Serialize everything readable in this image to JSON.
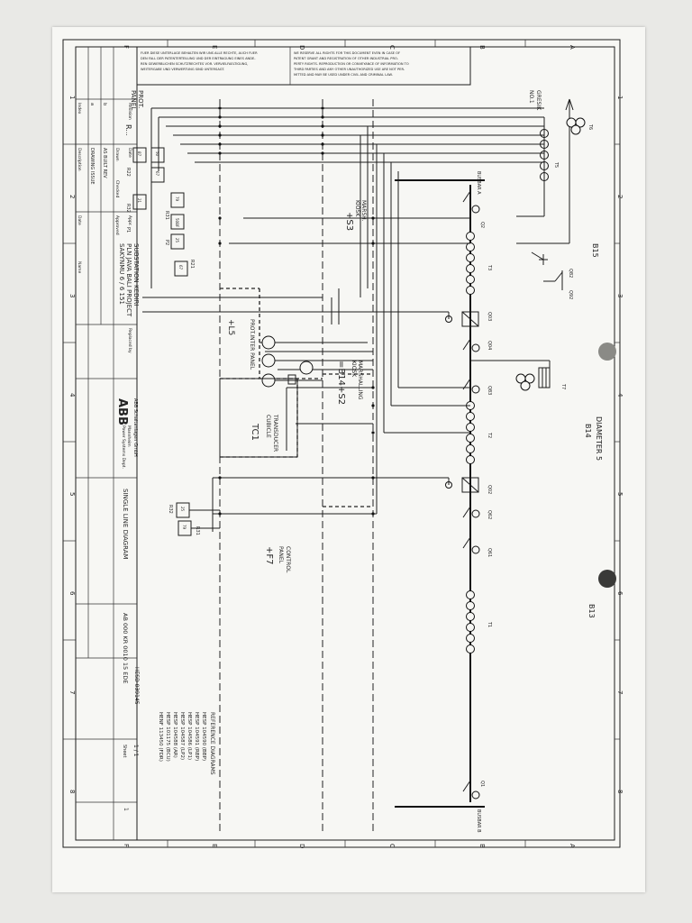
{
  "frame": {
    "zone_letters": [
      "A",
      "B",
      "C",
      "D",
      "E",
      "F"
    ],
    "zone_numbers": [
      "1",
      "2",
      "3",
      "4",
      "5",
      "6",
      "7",
      "8"
    ]
  },
  "notes": {
    "de": [
      "FUER DIESE UNTERLAGE BEHALTEN WIR UNS ALLE RECHTE, AUCH FUER",
      "DEN FALL DER PATENTERTEILUNG UND DER EINTRAGUNG EINES ANDE-",
      "REN GEWERBLICHEN SCHUTZRECHTES VOR. VERVIELFAELTIGUNG,",
      "WEITERGABE UND VERWERTUNG SIND UNTERSAGT."
    ],
    "en": [
      "WE RESERVE ALL RIGHTS FOR THIS DOCUMENT EVEN IN CASE OF",
      "PATENT GRANT AND REGISTRATION OF OTHER INDUSTRIAL PRO-",
      "PERTY RIGHTS. REPRODUCTION OR CONVEYANCE OF INFORMATION TO",
      "THIRD PARTIES AND ANY OTHER UNAUTHORIZED USE ARE NOT PER-",
      "MITTED AND MAY BE USED UNDER CIVIL AND CRIMINAL LAW."
    ]
  },
  "labels": {
    "gresik": "GRESIK",
    "no1": "NO.1",
    "b15": "B15",
    "b14": "B14",
    "b13": "B13",
    "diameter": "DIAMETER 5",
    "busbar_top": "BUSBAR A",
    "busbar_bottom": "BUSBAR B",
    "prot_panel": [
      "PROT.",
      "PANEL"
    ],
    "r_mark": "R...",
    "marsh_kiosk_1": [
      "MARSH.",
      "KIOSK"
    ],
    "s3": "+S3",
    "marsh_kiosk_2": [
      "MARSHALLING",
      "KIOSK"
    ],
    "s2": "=B14+S2",
    "prot_inter": "PROT.INTER PANEL",
    "l5": "+L5",
    "transducer": [
      "TRANSDUCER",
      "CUBICLE"
    ],
    "tc1": "TC1",
    "control_panel": [
      "CONTROL",
      "PANEL"
    ],
    "f7": "+F7",
    "reference_title": "REFERENCE DIAGRAMS"
  },
  "equipment": {
    "t6": "T6",
    "t5": "T5",
    "t3": "T3",
    "t7": "T7",
    "t2": "T2",
    "t1": "T1",
    "q2": "Q2",
    "q1": "Q1",
    "q82": "Q82",
    "q92": "Q92",
    "q03": "Q03",
    "q04": "Q04",
    "q83": "Q83",
    "q02": "Q02",
    "q62": "Q62",
    "q61": "Q61",
    "r31": "R31",
    "r32": "R32",
    "r21": "R21",
    "r22": "R22",
    "r23": "R23",
    "p1": "P1",
    "p2": "P2",
    "relay_87": "87",
    "relay_50": "50",
    "relay_67": "67",
    "relay_21": "21",
    "relay_79": "79",
    "relay_25": "25",
    "relay_sbf": "50BF"
  },
  "references": [
    "HESP 104590 (BBP)",
    "HESP 104591 (RBP)",
    "HESP 104586 (LP1)",
    "HESP 104587 (LP2)",
    "HESP 104588 (AR)",
    "HESP 101175 (BCU)",
    "HENF 113450 (FDR)"
  ],
  "revisions": {
    "headers": [
      "Index",
      "Description",
      "Date",
      "Name"
    ],
    "rows": [
      [
        "a",
        "DRAWING ISSUE",
        "",
        ""
      ],
      [
        "b",
        "AS BUILT REV",
        "",
        ""
      ]
    ]
  },
  "drawing_info": {
    "drawn_label": "Drawn",
    "checked_label": "Checked",
    "approved_label": "Approved",
    "revision_label": "Revision",
    "date_label": "Date",
    "appr_label": "Appr.",
    "replaced_label": "Replaced by",
    "sheet_label": "Sheet",
    "sheet_count": "1"
  },
  "project": {
    "line1": "SAKYNMU 6 / 6 151",
    "line2": "PLN JAVA BALI PROJECT",
    "line3": "SUBSTATION KEDIRI"
  },
  "company": {
    "logo": "ABB",
    "dept": "Power Systems Dept.",
    "city": "Mannheim",
    "name": "ABB Schaltanlagen GmbH"
  },
  "title_block": {
    "title": "SINGLE LINE DIAGRAM",
    "drawing_no": "AB 000 KR 0010 15 EDE",
    "doc_no": "HESD 039145",
    "sheet": "1 / 1"
  }
}
